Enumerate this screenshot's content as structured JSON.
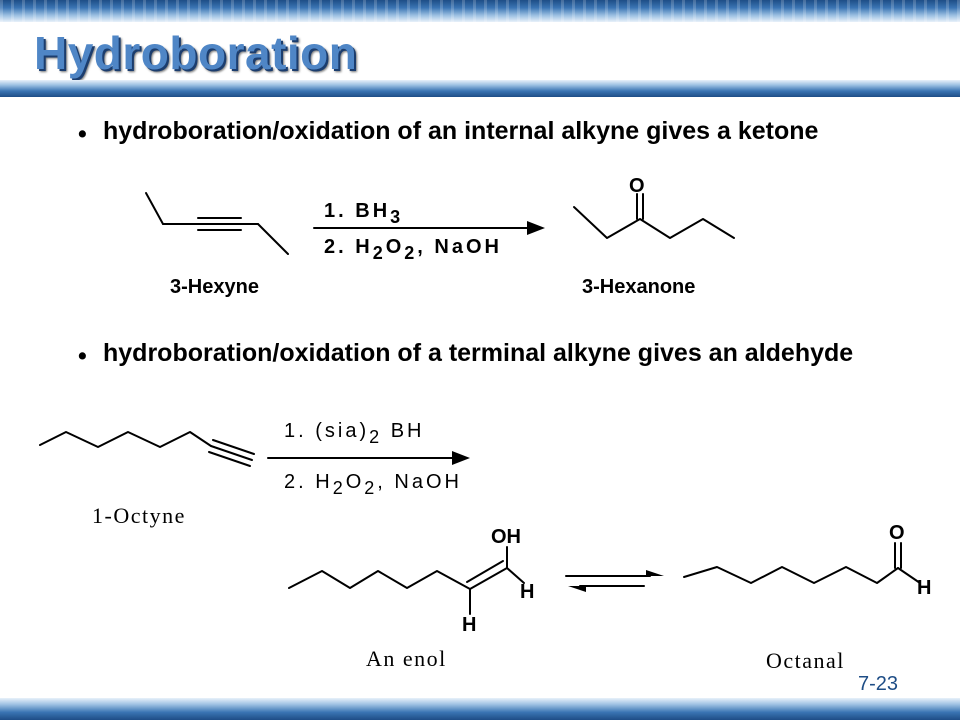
{
  "slide": {
    "title": "Hydroboration",
    "page_number": "7-23"
  },
  "bullets": [
    {
      "text": "hydroboration/oxidation of an internal alkyne gives a ketone"
    },
    {
      "text": "hydroboration/oxidation of a terminal alkyne gives an aldehyde"
    }
  ],
  "reaction1": {
    "reactant": "3-Hexyne",
    "product": "3-Hexanone",
    "product_atom": "O",
    "step1": {
      "num": "1.",
      "reagent": "BH",
      "sub": "3"
    },
    "step2": {
      "num": "2.",
      "h": "H",
      "h_sub": "2",
      "o": "O",
      "o_sub": "2",
      "comma": ",",
      "base": "NaOH"
    }
  },
  "reaction2": {
    "reactant": "1-Octyne",
    "intermediate": "An enol",
    "product": "Octanal",
    "step1": {
      "num": "1.",
      "reagent_open": "(sia)",
      "sub": "2",
      "reagent_close": "BH"
    },
    "step2": {
      "num": "2.",
      "h": "H",
      "h_sub": "2",
      "o": "O",
      "o_sub": "2",
      "comma": ",",
      "base": "NaOH"
    },
    "enol_oh": "OH",
    "enol_h1": "H",
    "enol_h2": "H",
    "aldehyde_o": "O",
    "aldehyde_h": "H"
  }
}
